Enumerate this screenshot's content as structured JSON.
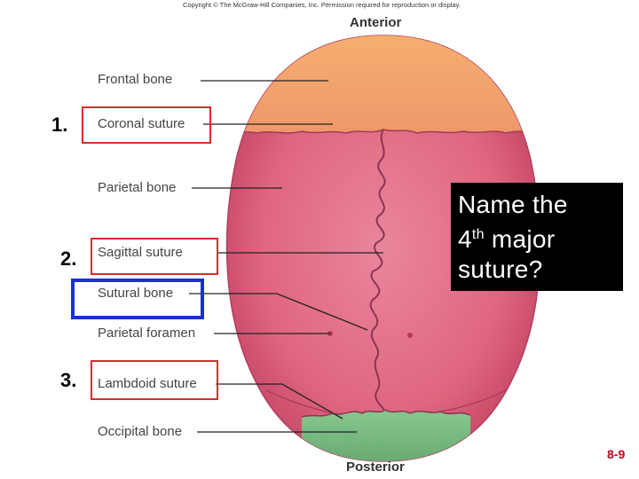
{
  "copyright": "Copyright © The McGraw-Hill Companies, Inc. Permission required for reproduction or display.",
  "orientation": {
    "top": "Anterior",
    "bottom": "Posterior"
  },
  "labels": {
    "frontal_bone": "Frontal bone",
    "coronal_suture": "Coronal suture",
    "parietal_bone": "Parietal bone",
    "sagittal_suture": "Sagittal suture",
    "sutural_bone": "Sutural bone",
    "parietal_foramen": "Parietal foramen",
    "lambdoid_suture": "Lambdoid suture",
    "occipital_bone": "Occipital bone"
  },
  "numbers": {
    "n1": "1.",
    "n2": "2.",
    "n3": "3."
  },
  "question": {
    "line1": "Name the",
    "line2_num": "4",
    "line2_sup": "th",
    "line2_rest": " major",
    "line3": "suture?"
  },
  "slide_number": "8-9",
  "colors": {
    "parietal": "#e0607e",
    "frontal": "#f3a36c",
    "occipital": "#7bbf83",
    "highlight_box": "#e0292b",
    "sutural_box": "#1a2fd6",
    "slide_number": "#c0001a"
  }
}
